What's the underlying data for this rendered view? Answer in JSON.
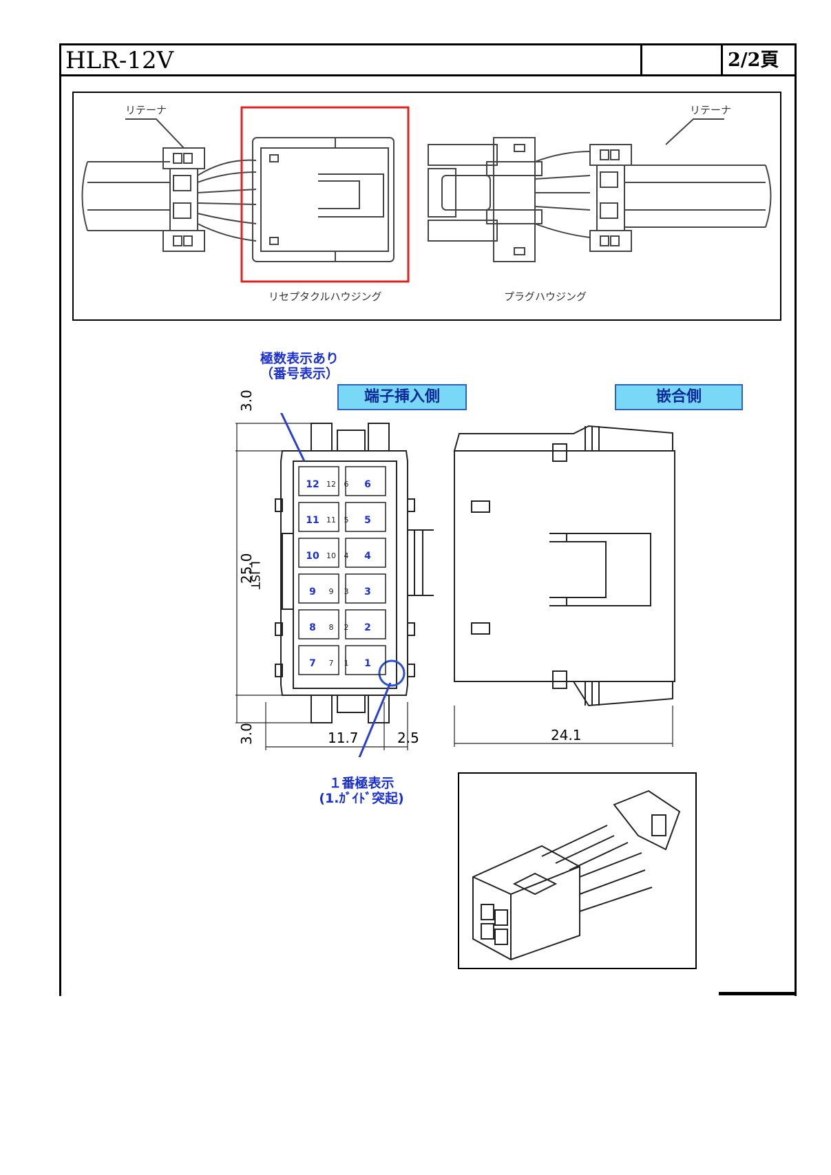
{
  "header": {
    "title": "HLR-12V",
    "page": "2/2頁"
  },
  "top_figure": {
    "retainer_left": "リテーナ",
    "retainer_right": "リテーナ",
    "receptacle_label": "リセプタクルハウジング",
    "plug_label": "プラグハウジング"
  },
  "views": {
    "terminal_side": "端子挿入側",
    "mating_side": "嵌合側"
  },
  "notes": {
    "pole_marking_line1": "極数表示あり",
    "pole_marking_line2": "（番号表示）",
    "pin1_line1": "１番極表示",
    "pin1_line2": "(1.ｶﾞｲﾄﾞ突起)"
  },
  "dimensions": {
    "top_offset": "3.0",
    "height": "25.0",
    "bottom_offset": "3.0",
    "width": "11.7",
    "side": "2.5",
    "length": "24.1"
  },
  "body_mark": "L JST",
  "pins": {
    "left_column": [
      "12",
      "11",
      "10",
      "9",
      "8",
      "7"
    ],
    "right_column": [
      "6",
      "5",
      "4",
      "3",
      "2",
      "1"
    ],
    "small_left": [
      "12",
      "11",
      "10",
      "9",
      "8",
      "7"
    ],
    "small_right": [
      "6",
      "5",
      "4",
      "3",
      "2",
      "1"
    ]
  },
  "colors": {
    "highlight_frame": "#e02020",
    "annotation_blue": "#1a2fcf",
    "badge_fill": "#7ad8f7"
  }
}
